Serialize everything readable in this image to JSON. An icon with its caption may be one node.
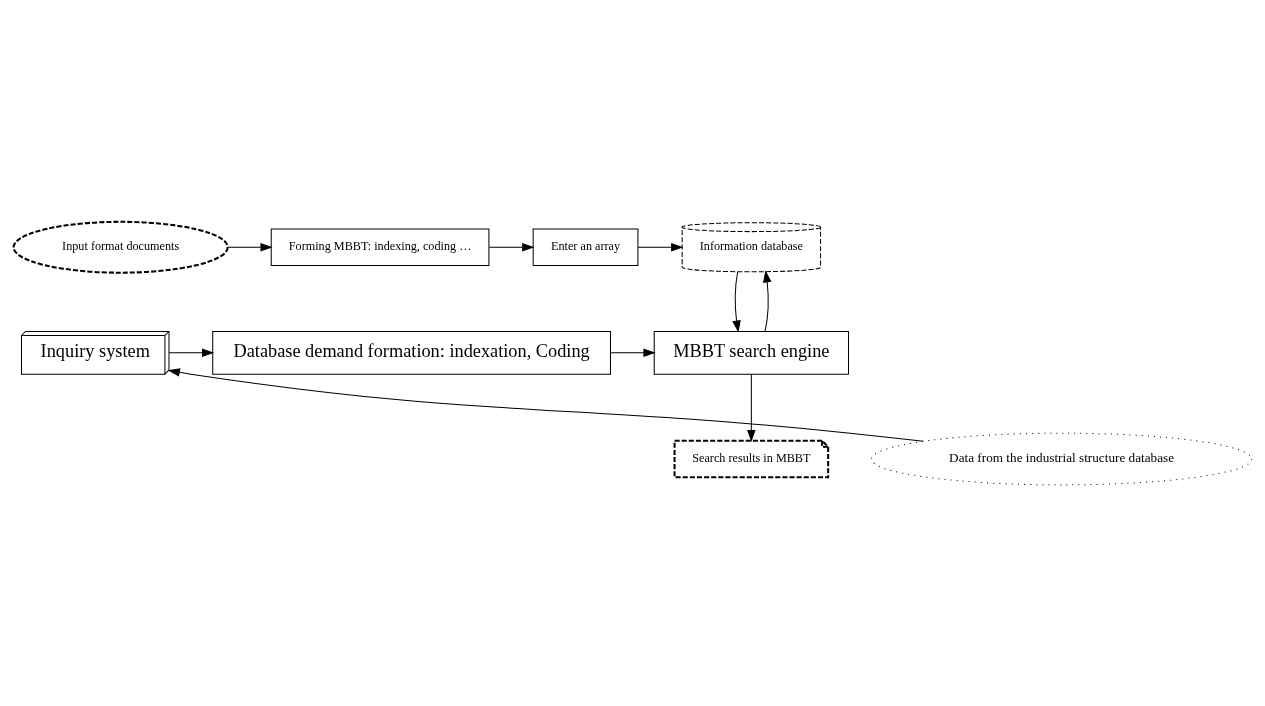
{
  "diagram": {
    "nodes": [
      {
        "text": [
          "Input format documents"
        ]
      },
      {
        "text": [
          "Forming MBBT: indexing, coding …"
        ]
      },
      {
        "text": [
          "Enter an array"
        ]
      },
      {
        "text": [
          "Information database"
        ]
      },
      {
        "text": [
          "Inquiry system"
        ]
      },
      {
        "text": [
          "Database demand formation: indexation, Coding"
        ]
      },
      {
        "text": [
          "MBBT search engine"
        ]
      },
      {
        "text": [
          "Data from the industrial structure database"
        ]
      },
      {
        "text": [
          "Search results in MBBT"
        ]
      }
    ],
    "edges": [
      {
        "from": 0,
        "to": 1,
        "arrow": "to"
      },
      {
        "from": 1,
        "to": 2,
        "arrow": "to"
      },
      {
        "from": 2,
        "to": 3,
        "arrow": "to"
      },
      {
        "from": 3,
        "to": 6,
        "arrow": "to"
      },
      {
        "from": 6,
        "to": 3,
        "arrow": "to"
      },
      {
        "from": 4,
        "to": 5,
        "arrow": "to"
      },
      {
        "from": 5,
        "to": 6,
        "arrow": "to"
      },
      {
        "from": 7,
        "to": 4,
        "arrow": "to"
      },
      {
        "from": 6,
        "to": 8,
        "arrow": "to"
      }
    ]
  }
}
